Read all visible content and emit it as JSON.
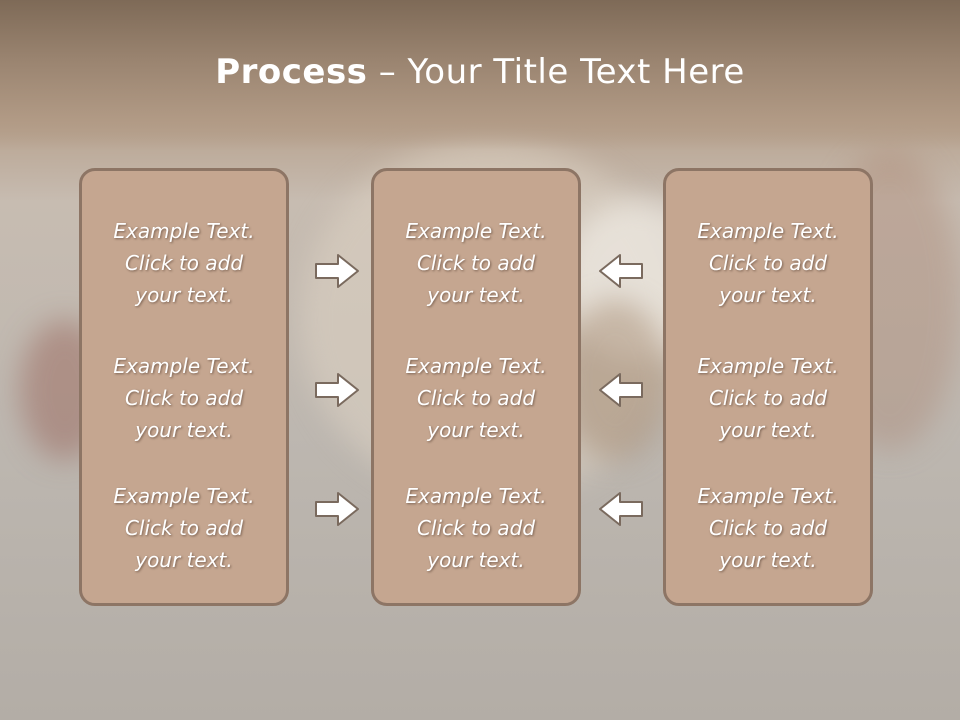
{
  "slide": {
    "title_bold": "Process",
    "title_rest": " – Your Title Text Here"
  },
  "columns": [
    {
      "cells": [
        {
          "line1": "Example Text.",
          "line2": "Click  to add",
          "line3": "your text."
        },
        {
          "line1": "Example Text.",
          "line2": "Click  to add",
          "line3": "your text."
        },
        {
          "line1": "Example Text.",
          "line2": "Click  to add",
          "line3": "your text."
        }
      ]
    },
    {
      "cells": [
        {
          "line1": "Example Text.",
          "line2": "Click  to add",
          "line3": "your text."
        },
        {
          "line1": "Example Text.",
          "line2": "Click  to add",
          "line3": "your text."
        },
        {
          "line1": "Example Text.",
          "line2": "Click  to add",
          "line3": "your text."
        }
      ]
    },
    {
      "cells": [
        {
          "line1": "Example Text.",
          "line2": "Click  to add",
          "line3": "your text."
        },
        {
          "line1": "Example Text.",
          "line2": "Click  to add",
          "line3": "your text."
        },
        {
          "line1": "Example Text.",
          "line2": "Click  to add",
          "line3": "your text."
        }
      ]
    }
  ],
  "arrows": {
    "left_column": [
      "arrow-right-icon",
      "arrow-right-icon",
      "arrow-right-icon"
    ],
    "right_column": [
      "arrow-left-icon",
      "arrow-left-icon",
      "arrow-left-icon"
    ]
  },
  "colors": {
    "box_fill": "#c5a690",
    "box_border": "#8d7565",
    "header": "#9a8470",
    "text": "#ffffff"
  }
}
